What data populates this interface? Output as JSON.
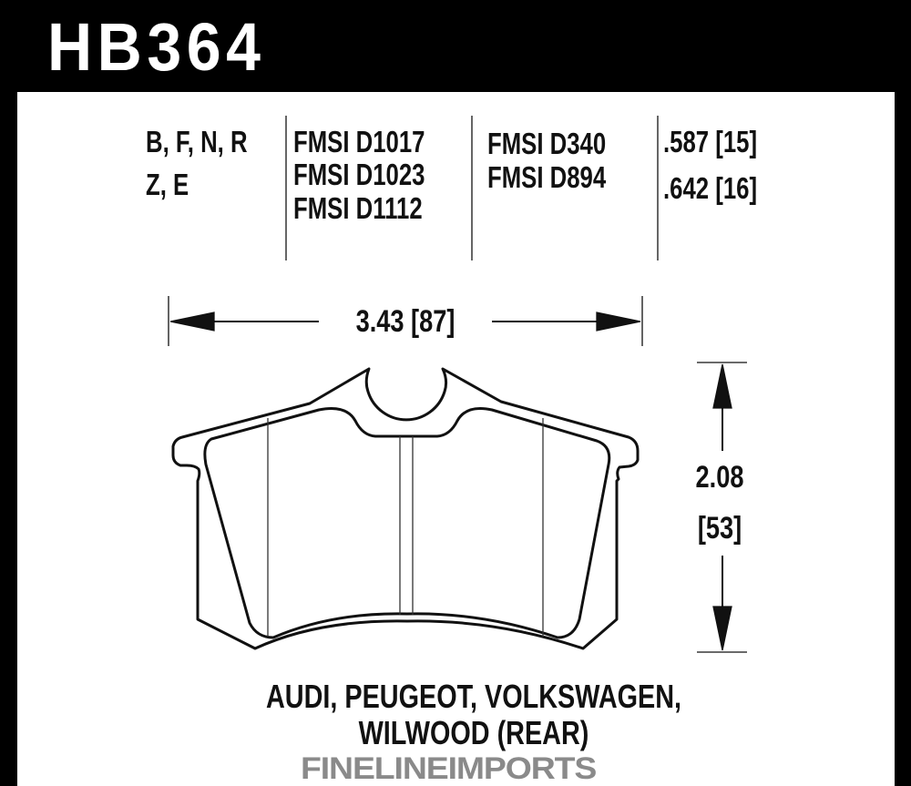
{
  "part_number": "HB364",
  "compounds": [
    "B, F, N, R",
    "Z, E"
  ],
  "fmsi_col1": [
    "FMSI D1017",
    "FMSI D1023",
    "FMSI D1112"
  ],
  "fmsi_col2": [
    "FMSI D340",
    "FMSI D894"
  ],
  "thickness": [
    ".587 [15]",
    ".642 [16]"
  ],
  "width_dim": "3.43 [87]",
  "height_dim": [
    "2.08",
    "[53]"
  ],
  "applications": [
    "AUDI, PEUGEOT, VOLKSWAGEN,",
    "WILWOOD (REAR)"
  ],
  "watermark": "FINELINEIMPORTS"
}
